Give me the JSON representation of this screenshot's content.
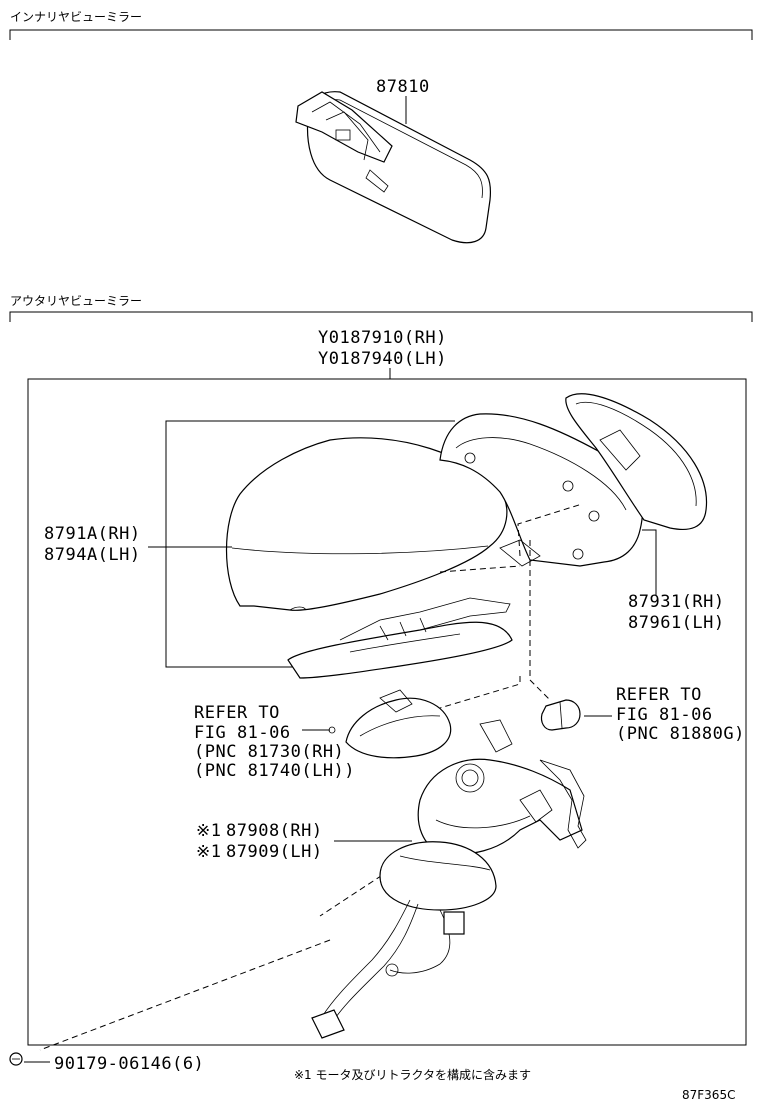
{
  "sections": {
    "interior_title": "インナリヤビューミラー",
    "exterior_title": "アウタリヤビューミラー"
  },
  "parts": {
    "interior_mirror": "87810",
    "assembly_rh": "Y0187910(RH)",
    "assembly_lh": "Y0187940(LH)",
    "cover_rh": "8791A(RH)",
    "cover_lh": "8794A(LH)",
    "glass_rh": "87931(RH)",
    "glass_lh": "87961(LH)",
    "motor_rh": "87908(RH)",
    "motor_lh": "87909(LH)",
    "screw": "90179-06146(6)"
  },
  "refs": {
    "turn_signal": {
      "line1": "REFER TO",
      "line2": "FIG 81-06",
      "line3": "(PNC 81730(RH)",
      "line4": "(PNC 81740(LH))"
    },
    "bulb": {
      "line1": "REFER TO",
      "line2": "FIG 81-06",
      "line3": "(PNC 81880G)"
    }
  },
  "marks": {
    "asterisk1": "※1"
  },
  "footnote": "※1 モータ及びリトラクタを構成に含みます",
  "figure_code": "87F365C"
}
